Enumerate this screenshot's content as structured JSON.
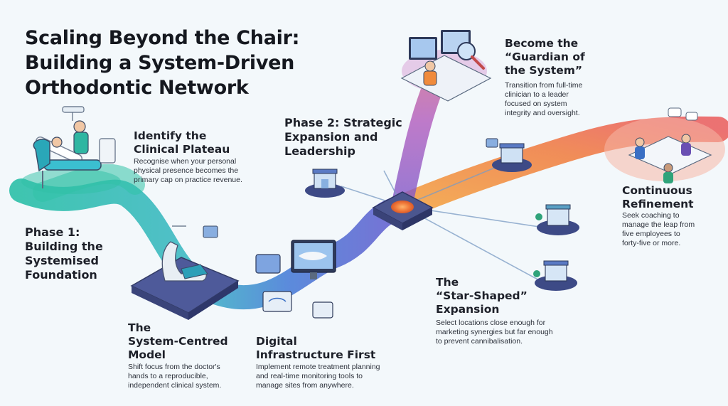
{
  "title": {
    "lines": [
      "Scaling Beyond the Chair:",
      "Building a System-Driven",
      "Orthodontic Network"
    ]
  },
  "steps": {
    "plateau": {
      "heading": [
        "Identify the",
        "Clinical Plateau"
      ],
      "desc": [
        "Recognise when your personal",
        "physical presence becomes the",
        "primary cap on practice revenue."
      ]
    },
    "phase1": {
      "heading": [
        "Phase 1:",
        "Building the",
        "Systemised",
        "Foundation"
      ]
    },
    "system_model": {
      "heading": [
        "The",
        "System-Centred",
        "Model"
      ],
      "desc": [
        "Shift focus from the doctor's",
        "hands to a reproducible,",
        "independent clinical system."
      ]
    },
    "digital": {
      "heading": [
        "Digital",
        "Infrastructure First"
      ],
      "desc": [
        "Implement remote treatment planning",
        "and real-time monitoring tools to",
        "manage sites from anywhere."
      ]
    },
    "phase2": {
      "heading": [
        "Phase 2: Strategic",
        "Expansion and",
        "Leadership"
      ]
    },
    "guardian": {
      "heading": [
        "Become the",
        "“Guardian of",
        "the System”"
      ],
      "desc": [
        "Transition from full-time",
        "clinician to a leader",
        "focused on system",
        "integrity and oversight."
      ]
    },
    "refinement": {
      "heading": [
        "Continuous",
        "Refinement"
      ],
      "desc": [
        "Seek coaching to",
        "manage the leap from",
        "five employees to",
        "forty-five or more."
      ]
    },
    "star": {
      "heading": [
        "The",
        "“Star-Shaped”",
        "Expansion"
      ],
      "desc": [
        "Select locations close enough for",
        "marketing synergies but far enough",
        "to prevent cannibalisation."
      ]
    }
  },
  "colors": {
    "path_teal": "#2bbfa8",
    "path_blue": "#4a7fd8",
    "path_purple": "#8a55c9",
    "path_orange": "#f08a3c",
    "path_red": "#ea5a5a",
    "hub_core": "#f07a3a"
  },
  "icons": [
    "dental-chair-icon",
    "clinic-building-icon",
    "monitor-icon",
    "tablet-icon",
    "hub-node-icon",
    "magnifier-icon",
    "meeting-table-icon"
  ]
}
